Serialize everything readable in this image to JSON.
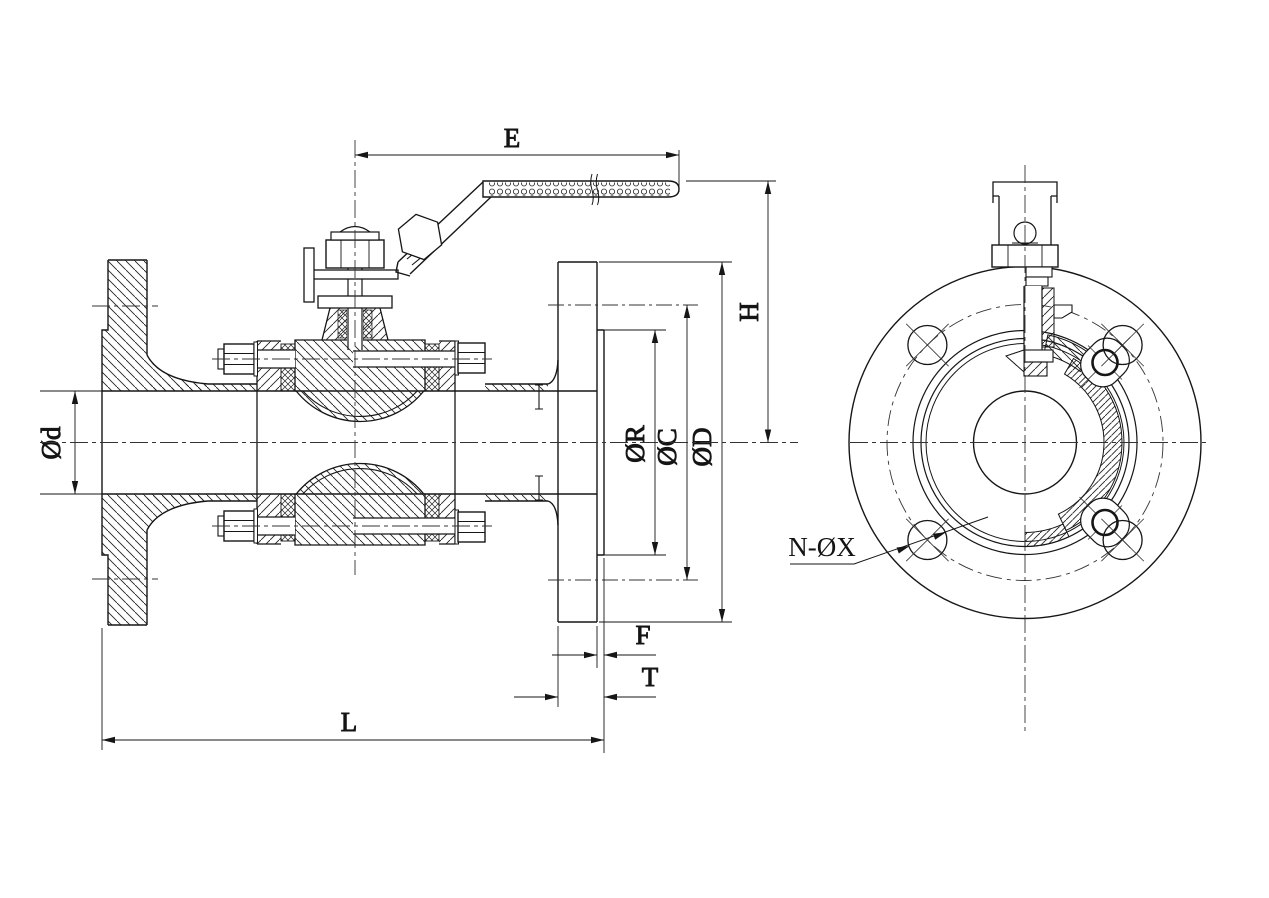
{
  "drawing": {
    "background": "#ffffff",
    "line_color": "#161616",
    "views": {
      "side_section": "side sectional view",
      "end_view": "end view"
    },
    "dimensions": {
      "handle_length": "E",
      "height_to_handle": "H",
      "bore_diameter": "Ød",
      "raised_face_diameter": "ØR",
      "bolt_circle_diameter": "ØC",
      "flange_outside_diameter": "ØD",
      "raised_face_height": "F",
      "flange_thickness": "T",
      "face_to_face_length": "L",
      "bolt_holes_callout": "N-ØX"
    }
  }
}
